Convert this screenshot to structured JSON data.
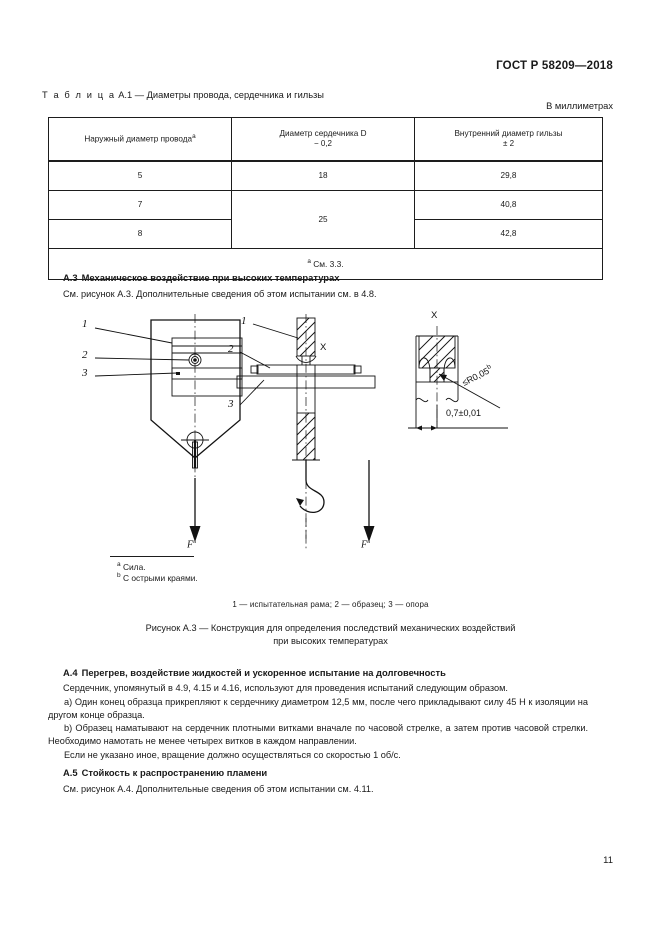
{
  "header": {
    "standard": "ГОСТ Р 58209—2018"
  },
  "table": {
    "caption_prefix": "Т а б л и ц а",
    "caption_text": "А.1 — Диаметры провода, сердечника и гильзы",
    "units_note": "В миллиметрах",
    "headers": [
      {
        "text": "Наружный диаметр провода",
        "footnote": "а",
        "sub": ""
      },
      {
        "text": "Диаметр сердечника D",
        "footnote": "",
        "sub": "− 0,2"
      },
      {
        "text": "Внутренний диаметр гильзы",
        "footnote": "",
        "sub": "± 2"
      }
    ],
    "rows": [
      {
        "outer": "5",
        "core": "18",
        "sleeve": "29,8"
      },
      {
        "outer": "7",
        "core": "25",
        "sleeve": "40,8"
      },
      {
        "outer": "8",
        "core": "",
        "sleeve": "42,8"
      }
    ],
    "footnote": "См. 3.3.",
    "footnote_marker": "а"
  },
  "section_a3": {
    "number": "А.3",
    "title": "Механическое воздействие при высоких температурах",
    "paragraph": "См. рисунок А.3. Дополнительные сведения об этом испытании см. в 4.8."
  },
  "figure": {
    "labels": {
      "left_1": "1",
      "left_2": "2",
      "left_3": "3",
      "mid_1": "1",
      "mid_2": "2",
      "mid_3": "3",
      "mid_x": "X",
      "detail_x": "X"
    },
    "dimensions": {
      "radius": "≤R0,05",
      "radius_footnote": "b",
      "thickness": "0,7±0,01"
    },
    "force_left": "F",
    "force_right": "F",
    "force_footnote": "а",
    "footnotes": [
      {
        "marker": "а",
        "text": "Сила."
      },
      {
        "marker": "b",
        "text": "С острыми краями."
      }
    ],
    "legend": "1 — испытательная рама; 2 — образец; 3 — опора",
    "caption_line1": "Рисунок А.3 — Конструкция для определения последствий механических воздействий",
    "caption_line2": "при высоких температурах"
  },
  "section_a4": {
    "number": "А.4",
    "title": "Перегрев, воздействие жидкостей и ускоренное испытание на долговечность",
    "paragraphs": [
      "Сердечник, упомянутый в 4.9, 4.15 и 4.16, используют для проведения испытаний следующим образом.",
      "a)  Один конец образца прикрепляют к сердечнику диаметром 12,5 мм, после чего прикладывают силу 45 Н к изоляции на другом конце образца.",
      "b)  Образец наматывают на сердечник плотными витками вначале по часовой стрелке, а затем против часовой стрелки. Необходимо намотать не менее четырех витков в каждом направлении.",
      "Если не указано иное, вращение должно осуществляться со скоростью 1 об/с."
    ]
  },
  "section_a5": {
    "number": "А.5",
    "title": "Стойкость к распространению пламени",
    "paragraph": "См. рисунок А.4. Дополнительные сведения об этом испытании см. 4.11."
  },
  "page_number": "11"
}
